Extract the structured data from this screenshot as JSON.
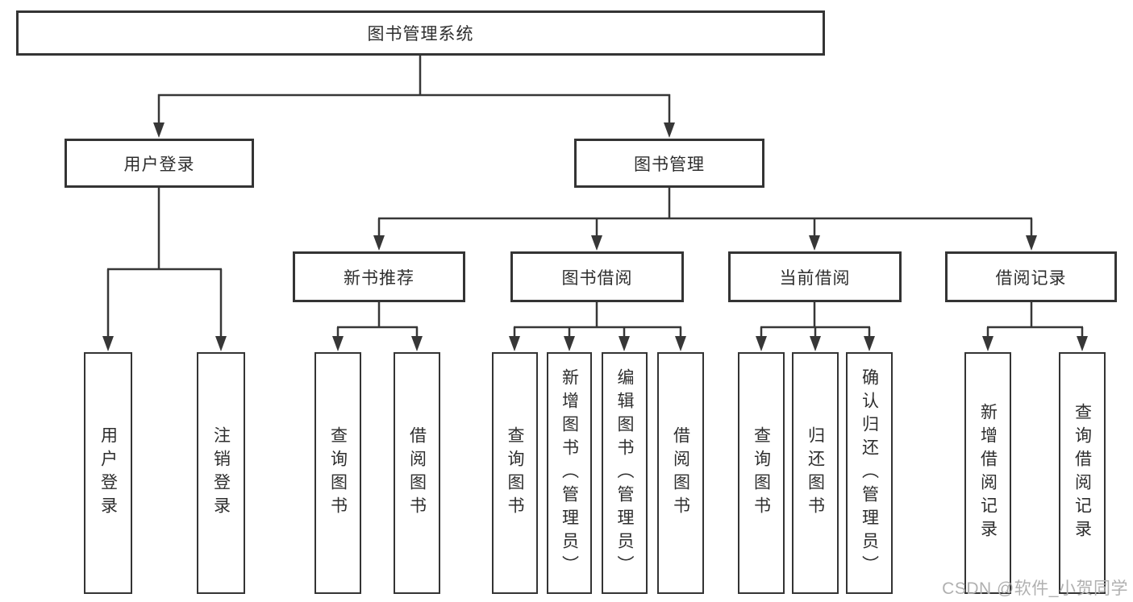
{
  "diagram": {
    "root": {
      "label": "图书管理系统"
    },
    "branches": [
      {
        "label": "用户登录",
        "children": [
          {
            "label": "用户登录"
          },
          {
            "label": "注销登录"
          }
        ]
      },
      {
        "label": "图书管理",
        "children": [
          {
            "label": "新书推荐",
            "children": [
              {
                "label": "查询图书"
              },
              {
                "label": "借阅图书"
              }
            ]
          },
          {
            "label": "图书借阅",
            "children": [
              {
                "label": "查询图书"
              },
              {
                "label": "新增图书（管理员）"
              },
              {
                "label": "编辑图书（管理员）"
              },
              {
                "label": "借阅图书"
              }
            ]
          },
          {
            "label": "当前借阅",
            "children": [
              {
                "label": "查询图书"
              },
              {
                "label": "归还图书"
              },
              {
                "label": "确认归还（管理员）"
              }
            ]
          },
          {
            "label": "借阅记录",
            "children": [
              {
                "label": "新增借阅记录"
              },
              {
                "label": "查询借阅记录"
              }
            ]
          }
        ]
      }
    ]
  },
  "colors": {
    "line": "#373737",
    "box_border": "#343434",
    "box_background": "#ffffff",
    "text": "#2e2e2e",
    "watermark": "#b0b0b0"
  },
  "watermark": {
    "text": "CSDN @软件_小贺同学"
  }
}
